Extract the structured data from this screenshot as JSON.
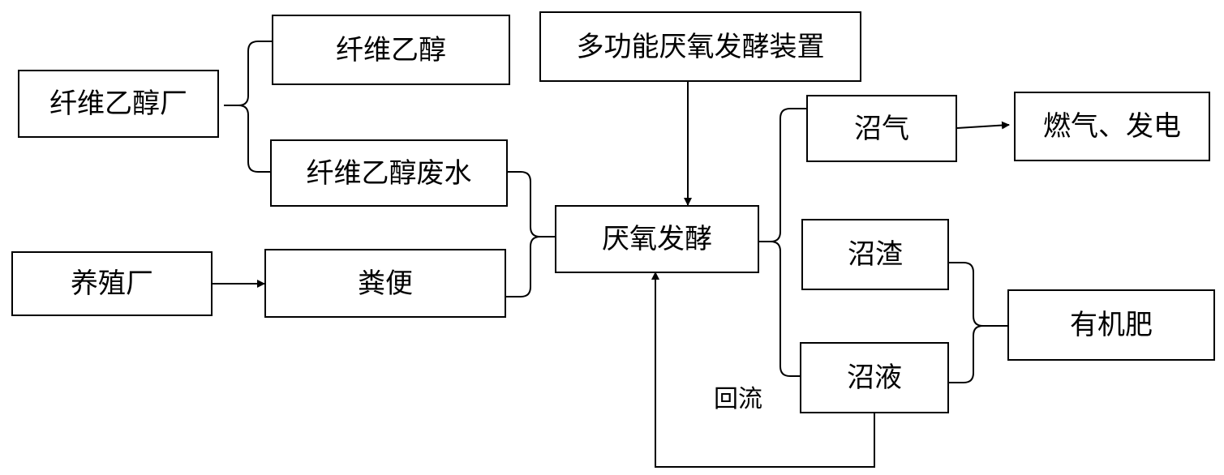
{
  "nodes": {
    "cellulosic_ethanol_plant": "纤维乙醇厂",
    "cellulosic_ethanol": "纤维乙醇",
    "cellulosic_ethanol_wastewater": "纤维乙醇废水",
    "livestock_farm": "养殖厂",
    "manure": "粪便",
    "multifunctional_device": "多功能厌氧发酵装置",
    "anaerobic_fermentation": "厌氧发酵",
    "biogas": "沼气",
    "gas_power": "燃气、发电",
    "biogas_residue": "沼渣",
    "biogas_slurry": "沼液",
    "organic_fertilizer": "有机肥"
  },
  "labels": {
    "reflux": "回流"
  },
  "colors": {
    "line": "#000000",
    "box_border": "#000000",
    "background": "#ffffff"
  }
}
